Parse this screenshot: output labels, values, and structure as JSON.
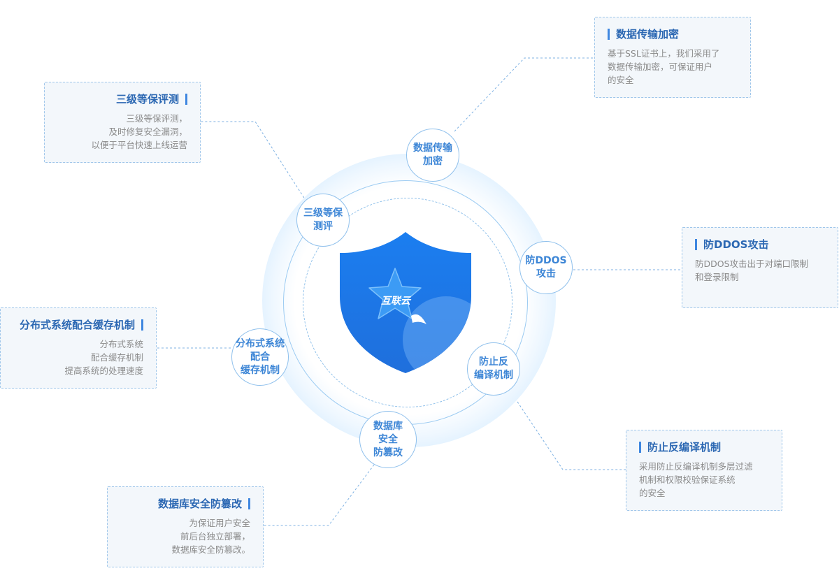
{
  "center": {
    "logo_text": "互联云"
  },
  "nodes": {
    "encrypt": "数据传输\n加密",
    "level3": "三级等保\n测评",
    "ddos": "防DDOS\n攻击",
    "distributed": "分布式系统\n配合\n缓存机制",
    "decompile": "防止反\n编译机制",
    "database": "数据库\n安全\n防篡改"
  },
  "cards": {
    "encrypt": {
      "title": "数据传输加密",
      "desc": "基于SSL证书上，我们采用了\n数据传输加密，可保证用户\n的安全"
    },
    "level3": {
      "title": "三级等保评测",
      "desc": "三级等保评测，\n及时修复安全漏洞，\n以便于平台快速上线运营"
    },
    "ddos": {
      "title": "防DDOS攻击",
      "desc": "防DDOS攻击出于对端口限制\n和登录限制"
    },
    "distributed": {
      "title": "分布式系统配合缓存机制",
      "desc": "分布式系统\n配合缓存机制\n提高系统的处理速度"
    },
    "decompile": {
      "title": "防止反编译机制",
      "desc": "采用防止反编译机制多层过滤\n机制和权限校验保证系统\n的安全"
    },
    "database": {
      "title": "数据库安全防篡改",
      "desc": "为保证用户安全\n前后台独立部署，\n数据库安全防篡改。"
    }
  },
  "colors": {
    "accent": "#3f87e0",
    "title": "#2c68b3",
    "node_text": "#3d86d6",
    "shield": "#1f7de8",
    "card_bg": "#f3f7fb",
    "card_border": "#9fc6ea"
  }
}
